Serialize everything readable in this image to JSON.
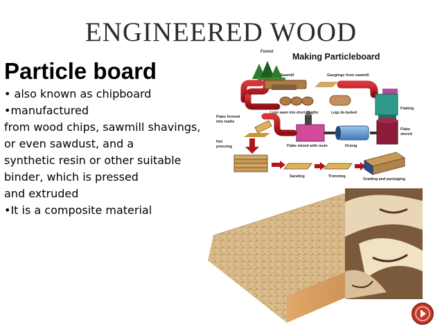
{
  "slide": {
    "title": "ENGINEERED WOOD",
    "heading": "Particle board",
    "body_lines": [
      "•   also known as chipboard",
      "•manufactured",
      "from wood chips, sawmill shavings,",
      "or even sawdust, and a",
      "synthetic resin or other suitable",
      "binder, which is pressed",
      "and extruded",
      "•It  is a composite material"
    ]
  },
  "diagram": {
    "title": "Making Particleboard",
    "labels": {
      "forest": "Forest",
      "sawmill": "Sawmill",
      "gaugings": "Gaugings from sawmill",
      "logs_sawn": "Logs sawn into short lengths",
      "logs_debarked": "Logs de-barked",
      "flaking": "Flaking",
      "flake_stored": "Flake stored",
      "flake_formed": "Flake formed into matts",
      "flake_mixed": "Flake mixed with resin",
      "drying": "Drying",
      "hot_pressing": "Hot pressing",
      "sanding": "Sanding",
      "trimming": "Trimming",
      "grading": "Grading and packaging"
    }
  },
  "colors": {
    "title_text": "#2b2b2b",
    "arrow_red": "#b0151a",
    "nav_button": "#c0392b"
  }
}
